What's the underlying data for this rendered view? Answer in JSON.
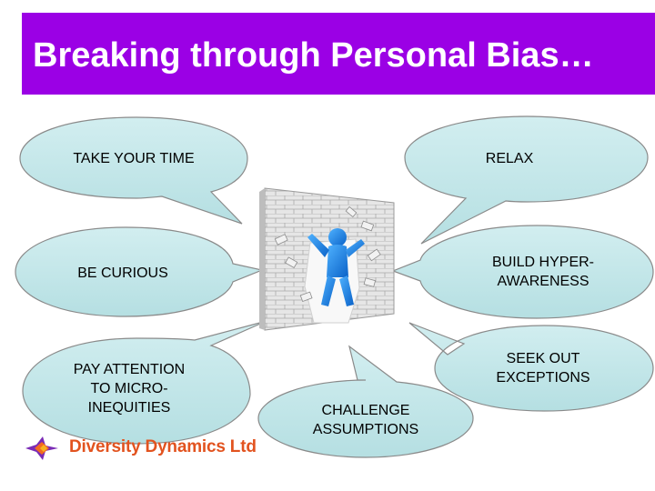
{
  "slide": {
    "title": "Breaking through Personal Bias…"
  },
  "bubbles": {
    "take_your_time": "TAKE YOUR TIME",
    "relax": "RELAX",
    "be_curious": "BE CURIOUS",
    "build_hyper_awareness_1": "BUILD HYPER-",
    "build_hyper_awareness_2": "AWARENESS",
    "pay_attention_1": "PAY ATTENTION",
    "pay_attention_2": "TO MICRO-",
    "pay_attention_3": "INEQUITIES",
    "seek_out_1": "SEEK OUT",
    "seek_out_2": "EXCEPTIONS",
    "challenge_1": "CHALLENGE",
    "challenge_2": "ASSUMPTIONS"
  },
  "logo": {
    "text": "Diversity Dynamics Ltd",
    "icon": "diversity-star-logo-icon"
  },
  "illustration": {
    "icon": "figure-breaking-wall-icon"
  },
  "colors": {
    "header": "#9b00e5",
    "bubble_fill": "#bfe6e8",
    "bubble_stroke": "#8a8a8a",
    "logo_text": "#e2531f"
  }
}
